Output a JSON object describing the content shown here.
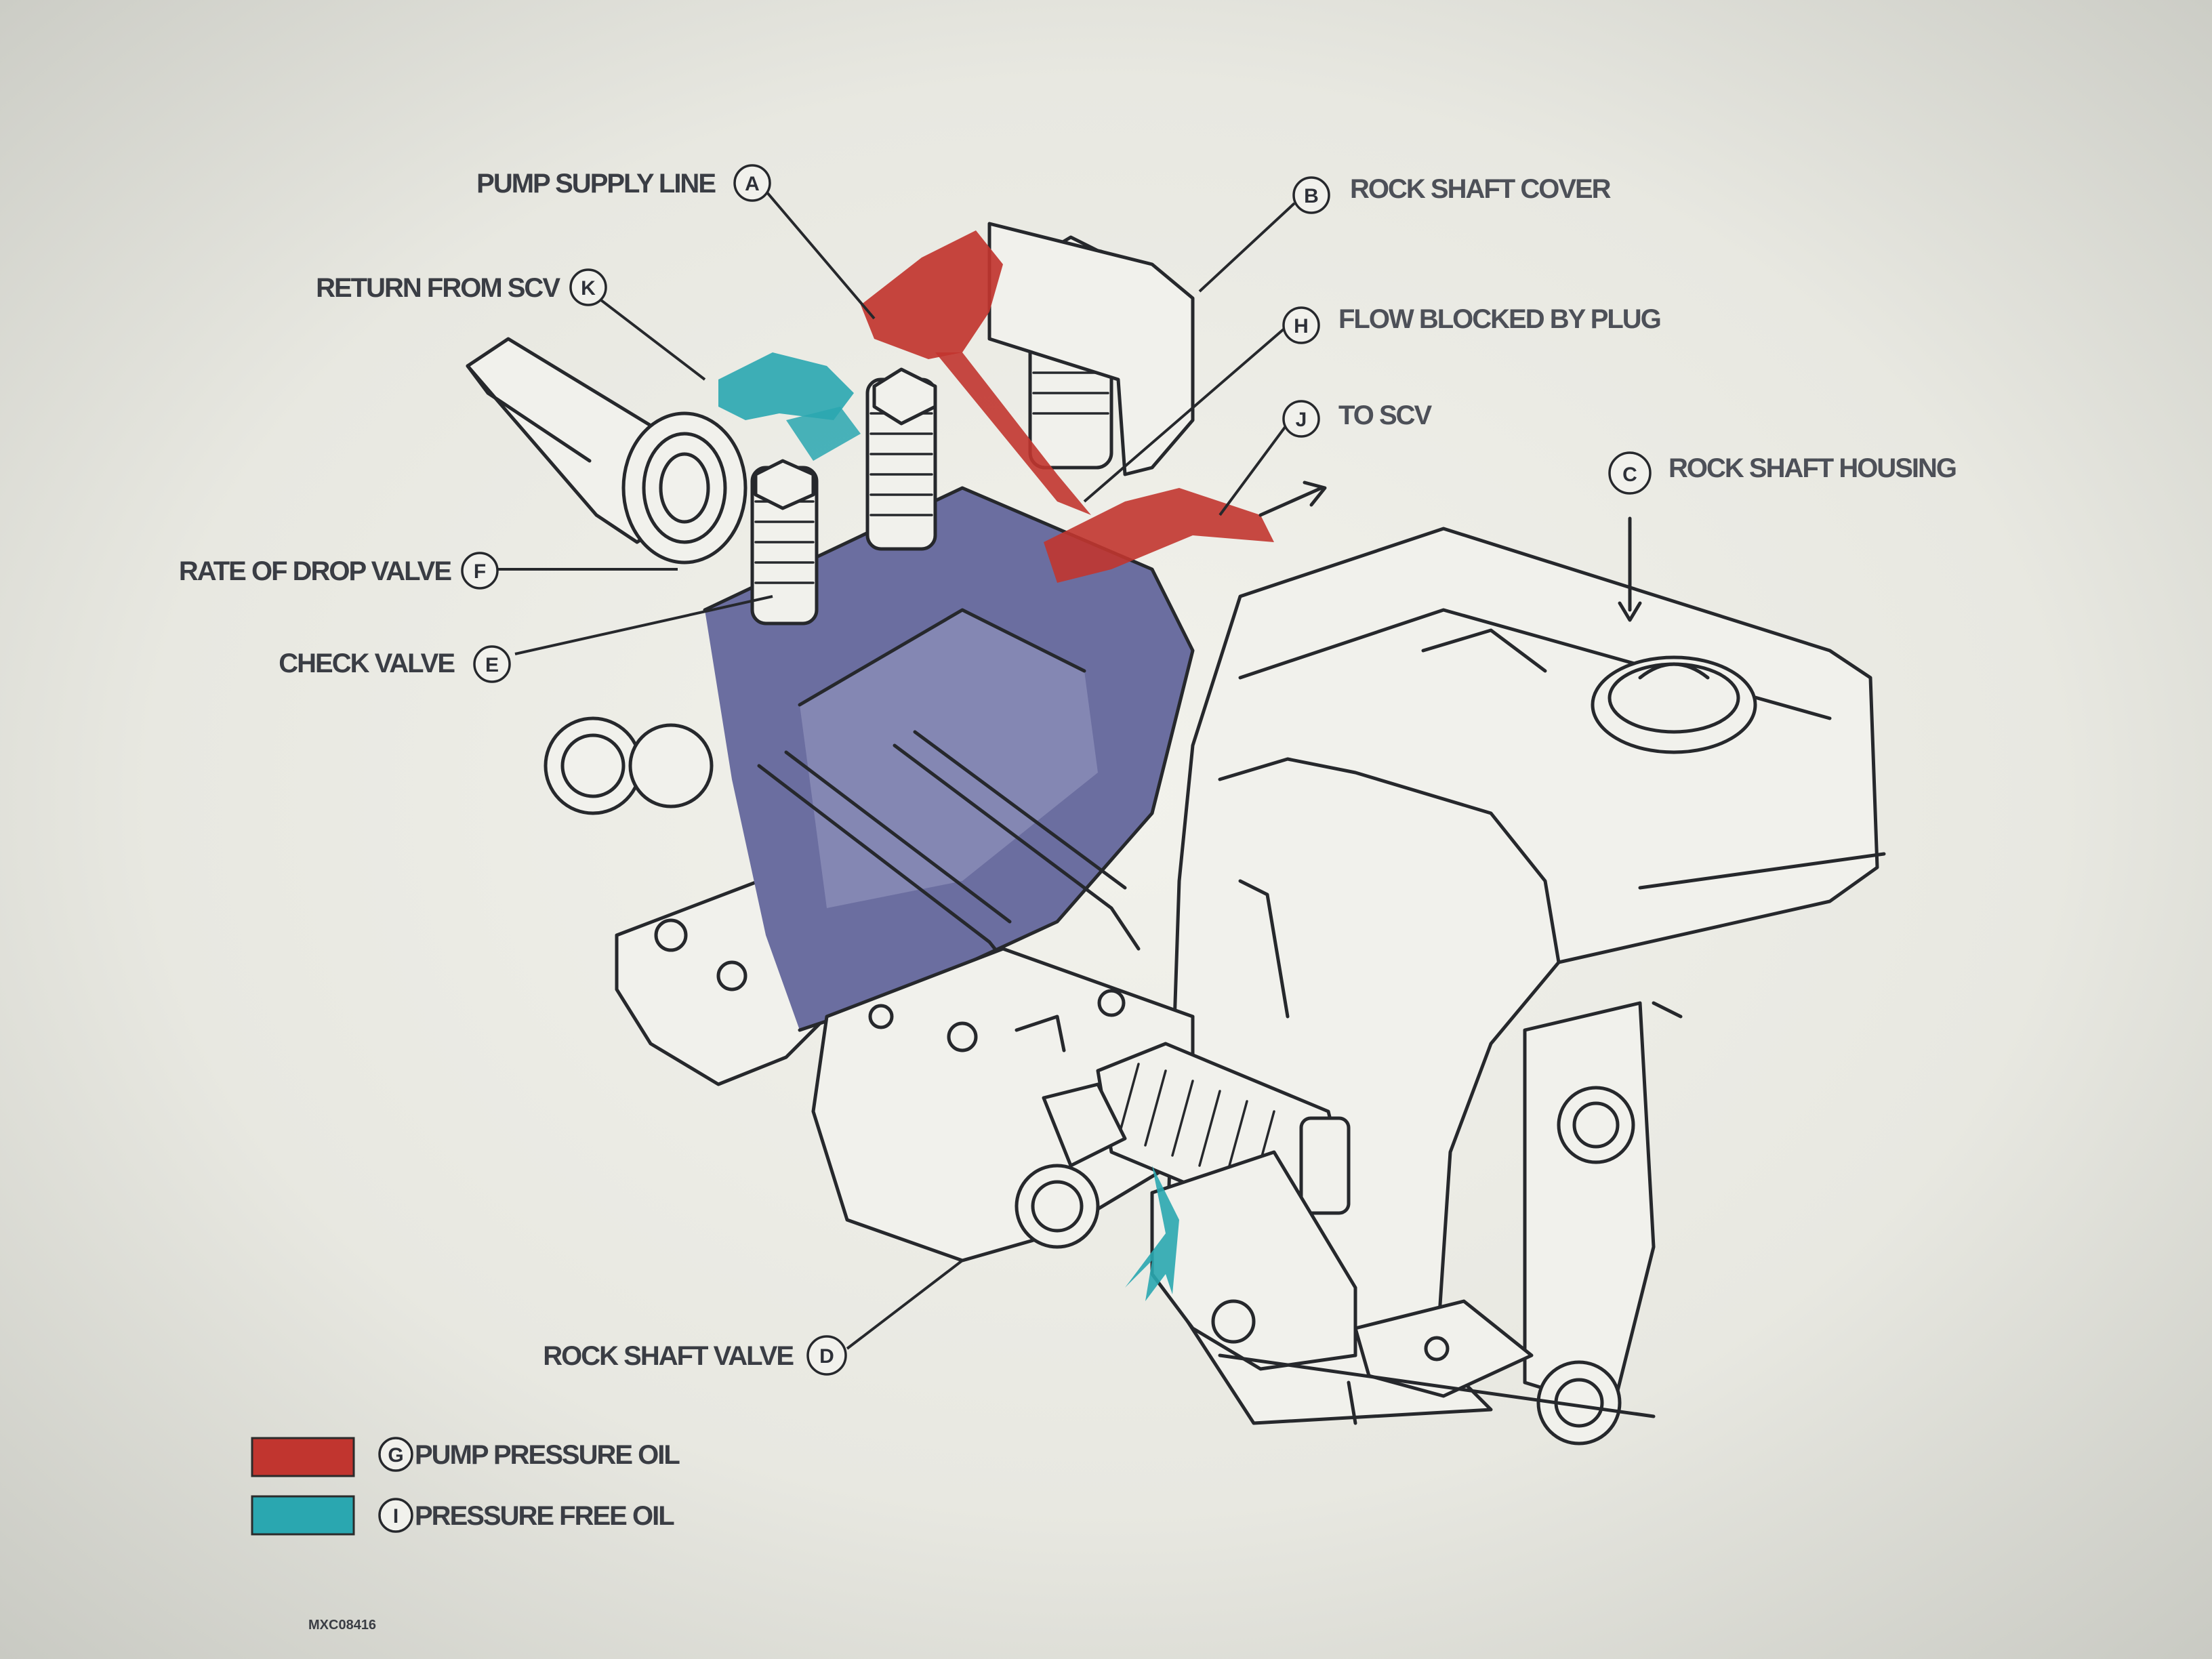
{
  "labels": {
    "A": {
      "letter": "A",
      "text": "PUMP SUPPLY LINE"
    },
    "B": {
      "letter": "B",
      "text": "ROCK SHAFT COVER"
    },
    "C": {
      "letter": "C",
      "text": "ROCK SHAFT HOUSING"
    },
    "D": {
      "letter": "D",
      "text": "ROCK SHAFT VALVE"
    },
    "E": {
      "letter": "E",
      "text": "CHECK VALVE"
    },
    "F": {
      "letter": "F",
      "text": "RATE OF DROP VALVE"
    },
    "H": {
      "letter": "H",
      "text": "FLOW BLOCKED BY PLUG"
    },
    "J": {
      "letter": "J",
      "text": "TO SCV"
    },
    "K": {
      "letter": "K",
      "text": "RETURN FROM SCV"
    }
  },
  "legend": [
    {
      "letter": "G",
      "text": "PUMP PRESSURE OIL",
      "color": "#c1352f"
    },
    {
      "letter": "I",
      "text": "PRESSURE FREE OIL",
      "color": "#2aa7b0"
    }
  ],
  "figure_code": "MXC08416",
  "colors": {
    "pump_pressure_oil": "#c1352f",
    "pressure_free_oil": "#2aa7b0",
    "cutaway_body": "#6b6ea0",
    "page": "#e9e9e3"
  }
}
